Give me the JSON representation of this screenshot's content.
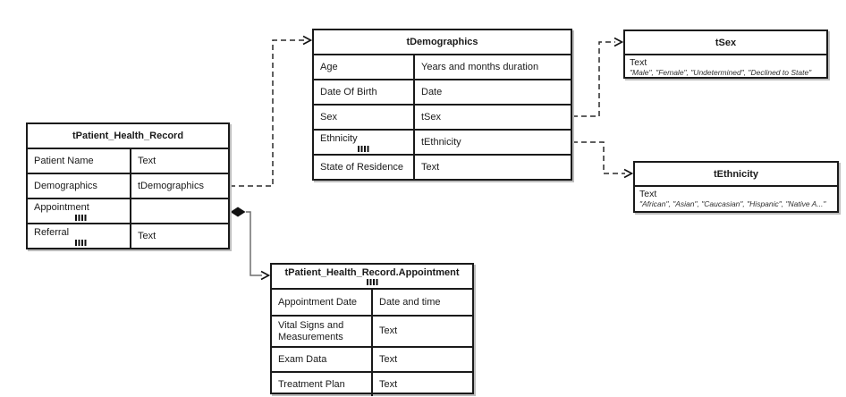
{
  "diagram": {
    "tables": {
      "phr": {
        "title": "tPatient_Health_Record",
        "rows": [
          {
            "name": "Patient Name",
            "type": "Text"
          },
          {
            "name": "Demographics",
            "type": "tDemographics"
          },
          {
            "name": "Appointment",
            "type": ""
          },
          {
            "name": "Referral",
            "type": "Text"
          }
        ]
      },
      "demographics": {
        "title": "tDemographics",
        "rows": [
          {
            "name": "Age",
            "type": "Years and months duration"
          },
          {
            "name": "Date Of Birth",
            "type": "Date"
          },
          {
            "name": "Sex",
            "type": "tSex"
          },
          {
            "name": "Ethnicity",
            "type": "tEthnicity"
          },
          {
            "name": "State of Residence",
            "type": "Text"
          }
        ]
      },
      "sex": {
        "title": "tSex",
        "base_type": "Text",
        "enum_values": "\"Male\", \"Female\", \"Undetermined\", \"Declined to State\""
      },
      "ethnicity": {
        "title": "tEthnicity",
        "base_type": "Text",
        "enum_values": "\"African\", \"Asian\", \"Caucasian\", \"Hispanic\", \"Native A...\""
      },
      "appointment": {
        "title": "tPatient_Health_Record.Appointment",
        "rows": [
          {
            "name": "Appointment Date",
            "type": "Date and time"
          },
          {
            "name": "Vital Signs and Measurements",
            "type": "Text"
          },
          {
            "name": "Exam Data",
            "type": "Text"
          },
          {
            "name": "Treatment Plan",
            "type": "Text"
          }
        ]
      }
    },
    "colors": {
      "border": "#1a1a1a",
      "shadow": "#bdbdbd",
      "connector_dashed": "#2a2a2a",
      "connector_solid": "#6e6e6e",
      "arrow": "#111111",
      "diamond": "#111111",
      "background": "#ffffff"
    }
  }
}
